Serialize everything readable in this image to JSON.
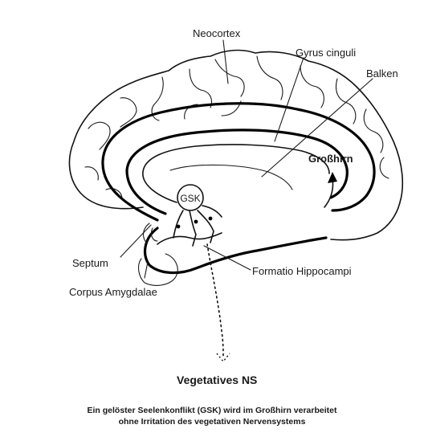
{
  "labels": {
    "neocortex": "Neocortex",
    "gyrus_cinguli": "Gyrus cinguli",
    "balken": "Balken",
    "grosshirn": "Großhirn",
    "gsk": "GSK",
    "septum": "Septum",
    "formatio_hippocampi": "Formatio Hippocampi",
    "corpus_amygdalae": "Corpus Amygdalae",
    "vegetatives_ns": "Vegetatives NS"
  },
  "caption": {
    "line1": "Ein gelöster Seelenkonflikt (GSK) wird im Großhirn verarbeitet",
    "line2": "ohne Irritation des vegetativen Nervensystems"
  }
}
